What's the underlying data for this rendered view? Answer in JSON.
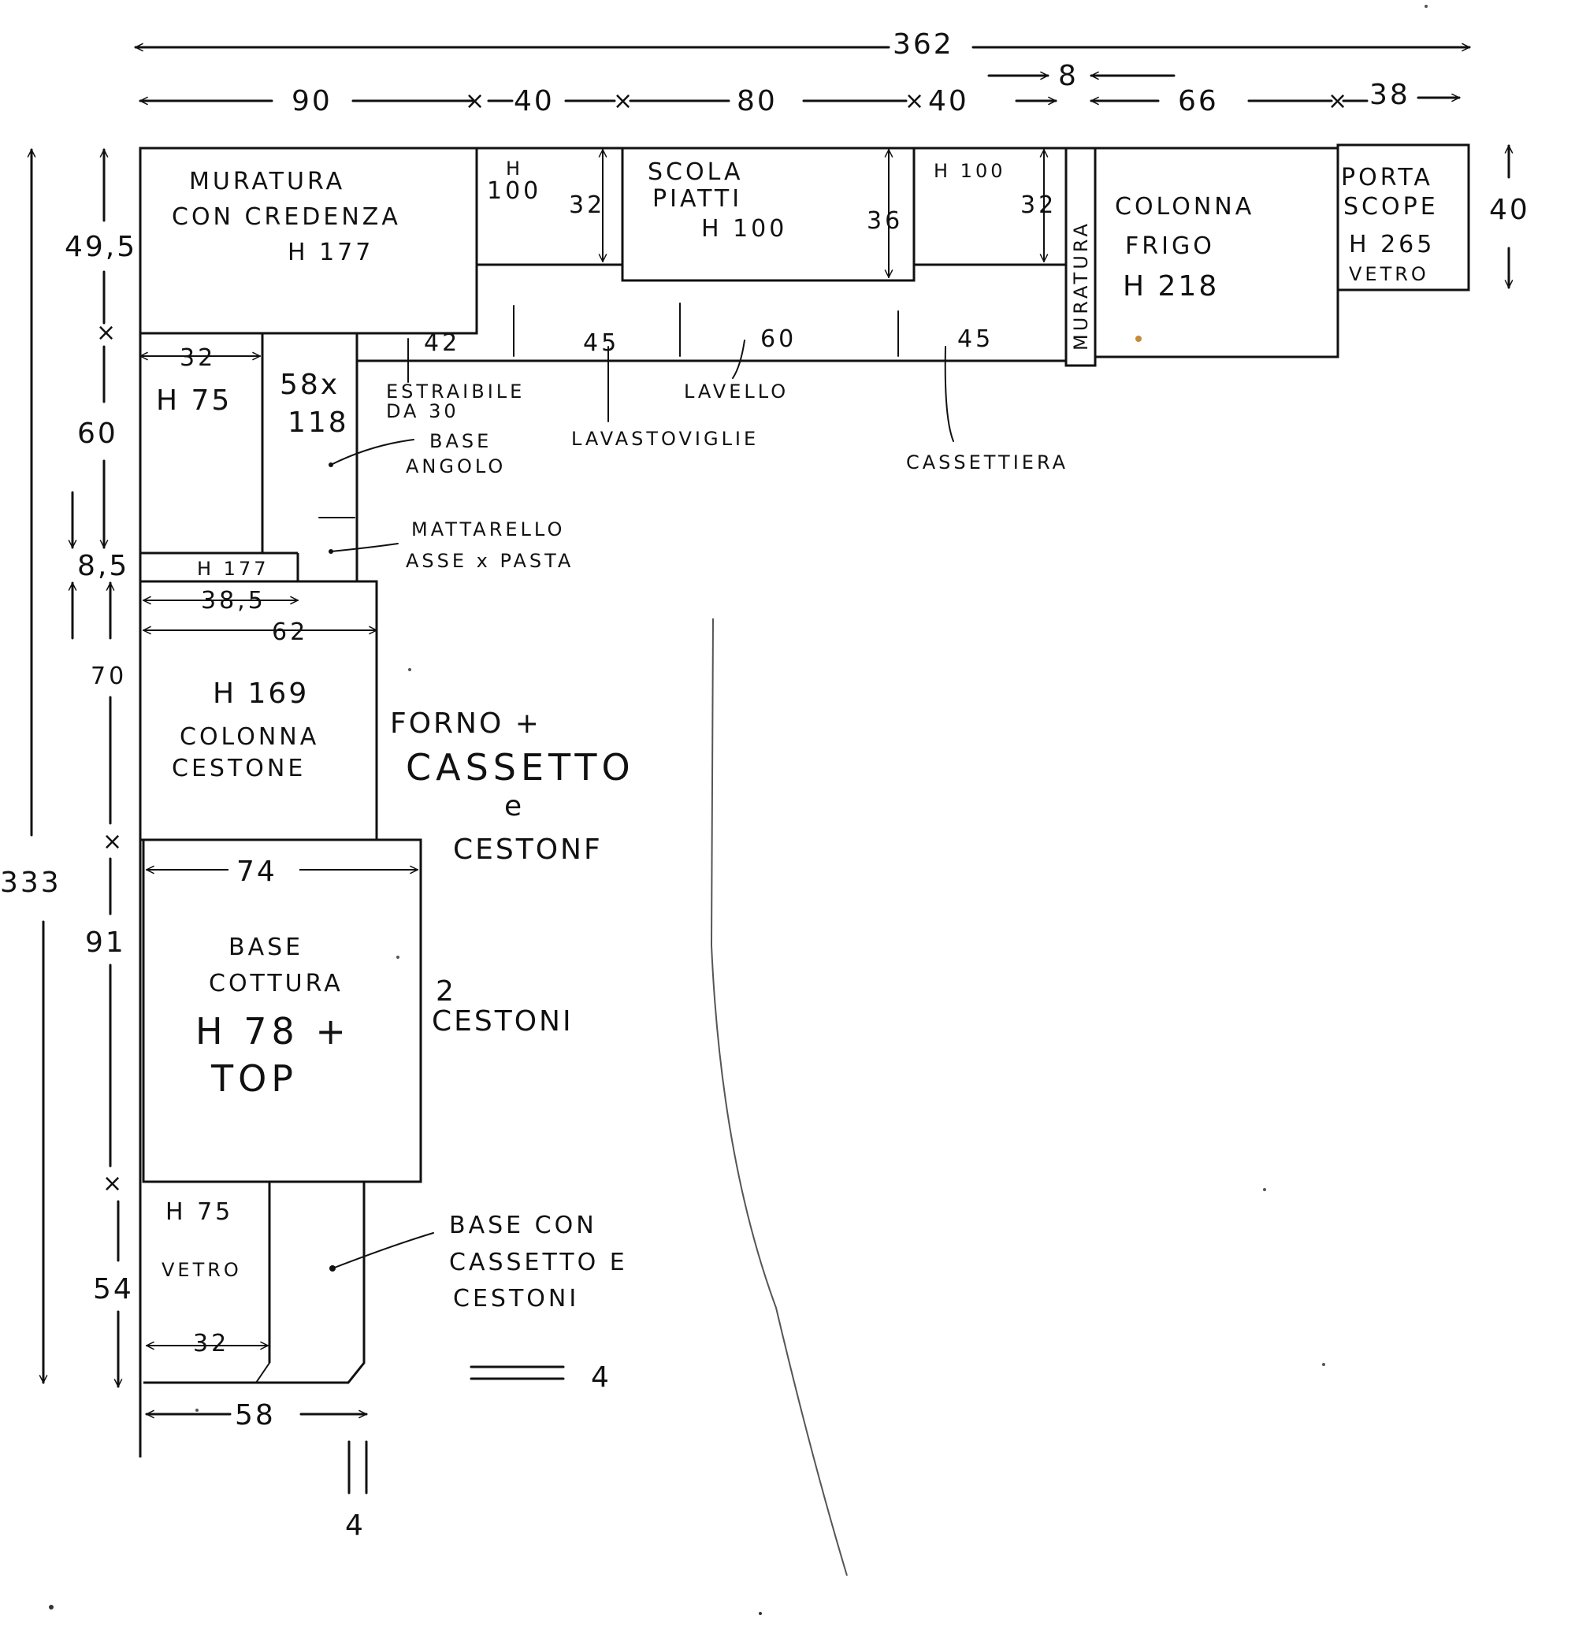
{
  "dims_top": {
    "total": "362",
    "d90": "90",
    "d40a": "40",
    "d80": "80",
    "d40b": "40",
    "d8": "8",
    "d66": "66",
    "d38": "38",
    "right_depth": "40"
  },
  "dims_left": {
    "total": "333",
    "d49_5": "49,5",
    "d60": "60",
    "d8_5": "8,5",
    "d70": "70",
    "d91": "91",
    "d54": "54"
  },
  "units": {
    "muratura_credenza": {
      "line1": "MURATURA",
      "line2": "CON CREDENZA",
      "line3": "H 177"
    },
    "pensile_100a": {
      "line1": "H",
      "line2": "100",
      "depth": "32"
    },
    "scola_piatti": {
      "line1": "SCOLA",
      "line2": "PIATTI",
      "line3": "H 100",
      "depth": "36"
    },
    "pensile_100b": {
      "line1": "H 100",
      "depth": "32"
    },
    "muratura_vertical": "MURATURA",
    "colonna_frigo": {
      "line1": "COLONNA",
      "line2": "FRIGO",
      "line3": "H 218"
    },
    "porta_scope": {
      "line1": "PORTA",
      "line2": "SCOPE",
      "line3": "H 265",
      "line4": "VETRO"
    },
    "base_top_widths": {
      "w42": "42",
      "w45a": "45",
      "w60": "60",
      "w45b": "45"
    },
    "left_upper": {
      "w32": "32",
      "h75": "H 75",
      "size_line1": "58x",
      "size_line2": "118"
    },
    "h177_small": "H 177",
    "oven_col": {
      "w38_5": "38,5",
      "w62": "62",
      "line1": "H 169",
      "line2": "COLONNA",
      "line3": "CESTONE"
    },
    "base_cottura": {
      "w74": "74",
      "line1": "BASE",
      "line2": "COTTURA",
      "line3": "H 78 +",
      "line4": "TOP"
    },
    "bottom": {
      "h75": "H 75",
      "vetro": "VETRO",
      "w32": "32",
      "w58": "58"
    }
  },
  "labels": {
    "estraibile_1": "ESTRAIBILE",
    "estraibile_2": "DA 30",
    "lavello": "LAVELLO",
    "lavastoviglie": "LAVASTOVIGLIE",
    "cassettiera": "CASSETTIERA",
    "base_angolo_1": "BASE",
    "base_angolo_2": "ANGOLO",
    "mattarello_1": "MATTARELLO",
    "mattarello_2": "ASSE x PASTA",
    "forno_1": "FORNO +",
    "forno_2": "CASSETTO",
    "forno_3": "e",
    "forno_4": "CESTONF",
    "cestoni_1": "2",
    "cestoni_2": "CESTONI",
    "base_cestoni_1": "BASE CON",
    "base_cestoni_2": "CASSETTO E",
    "base_cestoni_3": "CESTONI",
    "gap_right": "4",
    "gap_bottom": "4"
  }
}
